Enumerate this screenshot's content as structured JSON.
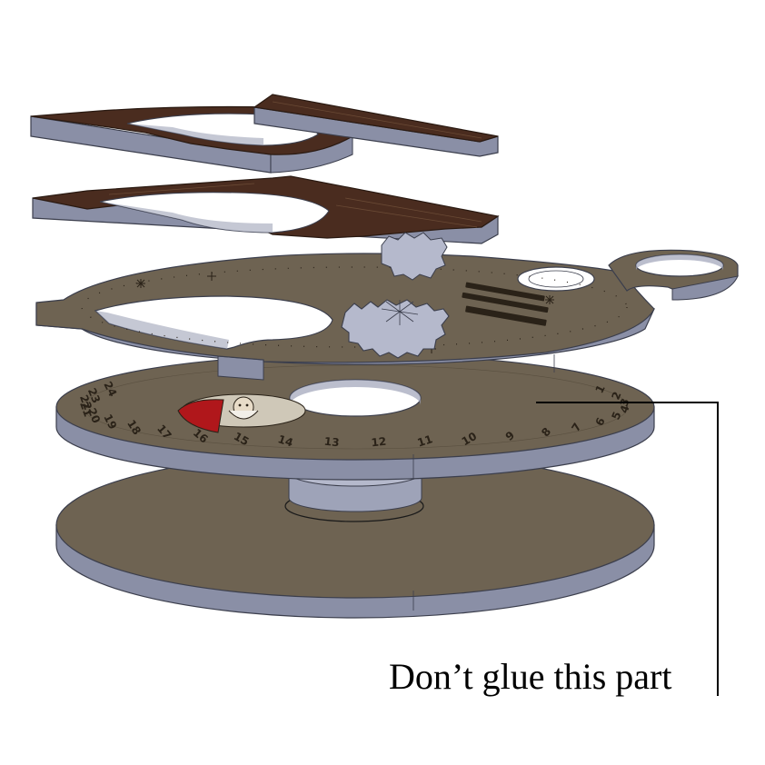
{
  "annotation": {
    "label": "Don’t glue this part"
  },
  "dial": {
    "numbers": [
      "1",
      "2",
      "3",
      "4",
      "5",
      "6",
      "7",
      "8",
      "9",
      "10",
      "11",
      "12",
      "13",
      "14",
      "15",
      "16",
      "17",
      "18",
      "19",
      "20",
      "21",
      "22",
      "23",
      "24"
    ]
  },
  "colors": {
    "wood_top": "#6e6352",
    "wood_side": "#8a8fa6",
    "walnut": "#4a2c1f",
    "santa_red": "#b0171b",
    "leader": "#000000"
  }
}
